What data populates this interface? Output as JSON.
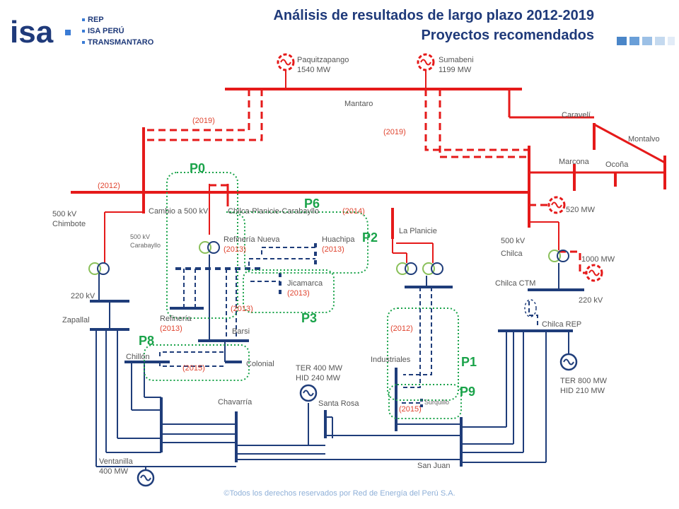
{
  "header": {
    "title_line1": "Análisis de resultados de largo plazo 2012-2019",
    "title_line2": "Proyectos recomendados"
  },
  "logo": {
    "text": "isa",
    "companies": [
      "REP",
      "ISA PERÚ",
      "TRANSMANTARO"
    ]
  },
  "footer": "©Todos los derechos reservados por Red de Energía del Perú S.A.",
  "colors": {
    "line_500kv": "#e51a1a",
    "line_220kv": "#1f3d7a",
    "project": "#1aa34a",
    "title": "#1f3a7a",
    "year": "#e0442f"
  },
  "labels": {
    "paquitzapango": "Paquitzapango",
    "paquitzapango_mw": "1540 MW",
    "sumabeni": "Sumabeni",
    "sumabeni_mw": "1199 MW",
    "mantaro": "Mantaro",
    "caraveli": "Caravelí",
    "montalvo": "Montalvo",
    "marcona": "Marcona",
    "ocona": "Ocoña",
    "mw520": "520 MW",
    "chimbote_kv": "500 kV",
    "chimbote": "Chimbote",
    "cambio": "Cambio a 500   kV",
    "chilca_planicie": "Chilca-Planicie-Carabayllo",
    "carabayllo_kv": "500 kV",
    "carabayllo": "Carabayllo",
    "refineria_nueva": "Refinería Nueva",
    "huachipa": "Huachipa",
    "la_planicie": "La Planicie",
    "chilca_kv": "500 kV",
    "chilca": "Chilca",
    "mw1000": "1000 MW",
    "jicamarca": "Jicamarca",
    "chilca_ctm": "Chilca CTM",
    "kv220_left": "220  kV",
    "kv220_right": "220  kV",
    "zapallal": "Zapallal",
    "refineria": "Refinería",
    "barsi": "Barsi",
    "chilca_rep": "Chilca REP",
    "chillon": "Chillón",
    "colonial": "Colonial",
    "industriales": "Industriales",
    "ter400": "TER 400 MW",
    "hid240": "HID 240 MW",
    "ter800": "TER 800 MW",
    "hid210": "HID 210 MW",
    "chavarria": "Chavarría",
    "santa_rosa": "Santa Rosa",
    "surquillo": "Surquillo",
    "ventanilla": "Ventanilla",
    "ventanilla_mw": "400 MW",
    "san_juan": "San Juan"
  },
  "years": {
    "y2019_left": "(2019)",
    "y2019_right": "(2019)",
    "y2012_top": "(2012)",
    "y2014": "(2014)",
    "y2013_refnueva": "(2013)",
    "y2013_huachipa": "(2013)",
    "y2013_jicamarca": "(2013)",
    "y2013_mid": "(2013)",
    "y2013_refineria": "(2013)",
    "y2012_ind": "(2012)",
    "y2015_chillon": "(2015)",
    "y2015_surq": "(2015)"
  },
  "projects": {
    "p0": "P0",
    "p6": "P6",
    "p2": "P2",
    "p3": "P3",
    "p8": "P8",
    "p1": "P1",
    "p9": "P9"
  }
}
